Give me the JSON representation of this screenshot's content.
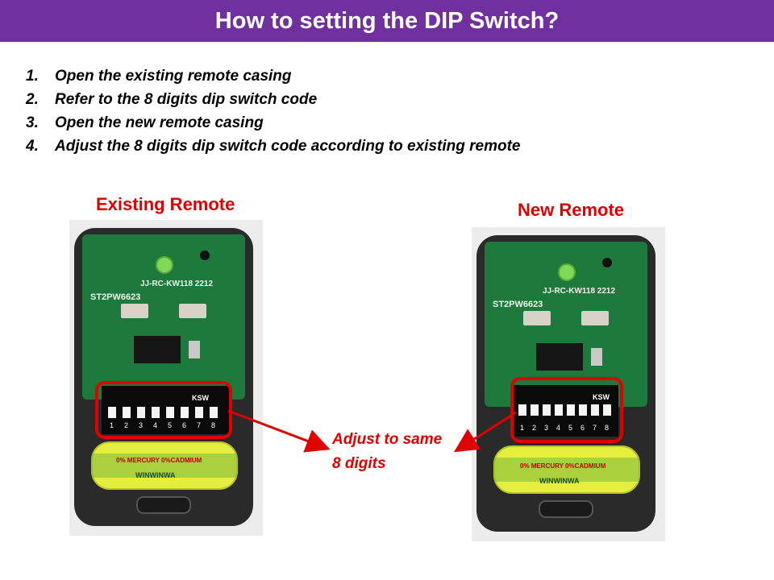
{
  "header": {
    "title": "How to setting the DIP Switch?"
  },
  "steps": [
    {
      "num": "1.",
      "text": "Open the existing remote casing"
    },
    {
      "num": "2.",
      "text": "Refer to the 8 digits dip switch code"
    },
    {
      "num": "3.",
      "text": "Open the new remote casing"
    },
    {
      "num": "4.",
      "text": "Adjust the 8 digits dip switch code according to existing remote"
    }
  ],
  "panels": {
    "existing": {
      "label": "Existing Remote",
      "board_text": "JJ-RC-KW118 2212",
      "model_text": "ST2PW6623",
      "ksw": "KSW",
      "switch_numbers": [
        "1",
        "2",
        "3",
        "4",
        "5",
        "6",
        "7",
        "8"
      ],
      "battery_line1": "0% MERCURY 0%CADMIUM",
      "battery_brand": "WINWINWA"
    },
    "new": {
      "label": "New Remote",
      "board_text": "JJ-RC-KW118 2212",
      "model_text": "ST2PW6623",
      "ksw": "KSW",
      "switch_numbers": [
        "1",
        "2",
        "3",
        "4",
        "5",
        "6",
        "7",
        "8"
      ],
      "battery_line1": "0% MERCURY 0%CADMIUM",
      "battery_brand": "WINWINWA"
    }
  },
  "annotation": {
    "line1": "Adjust to same",
    "line2": "8 digits"
  },
  "colors": {
    "header_bg": "#7030a0",
    "accent_red": "#e00000",
    "pcb_green": "#1e7a3c",
    "casing": "#2a2a2a"
  }
}
